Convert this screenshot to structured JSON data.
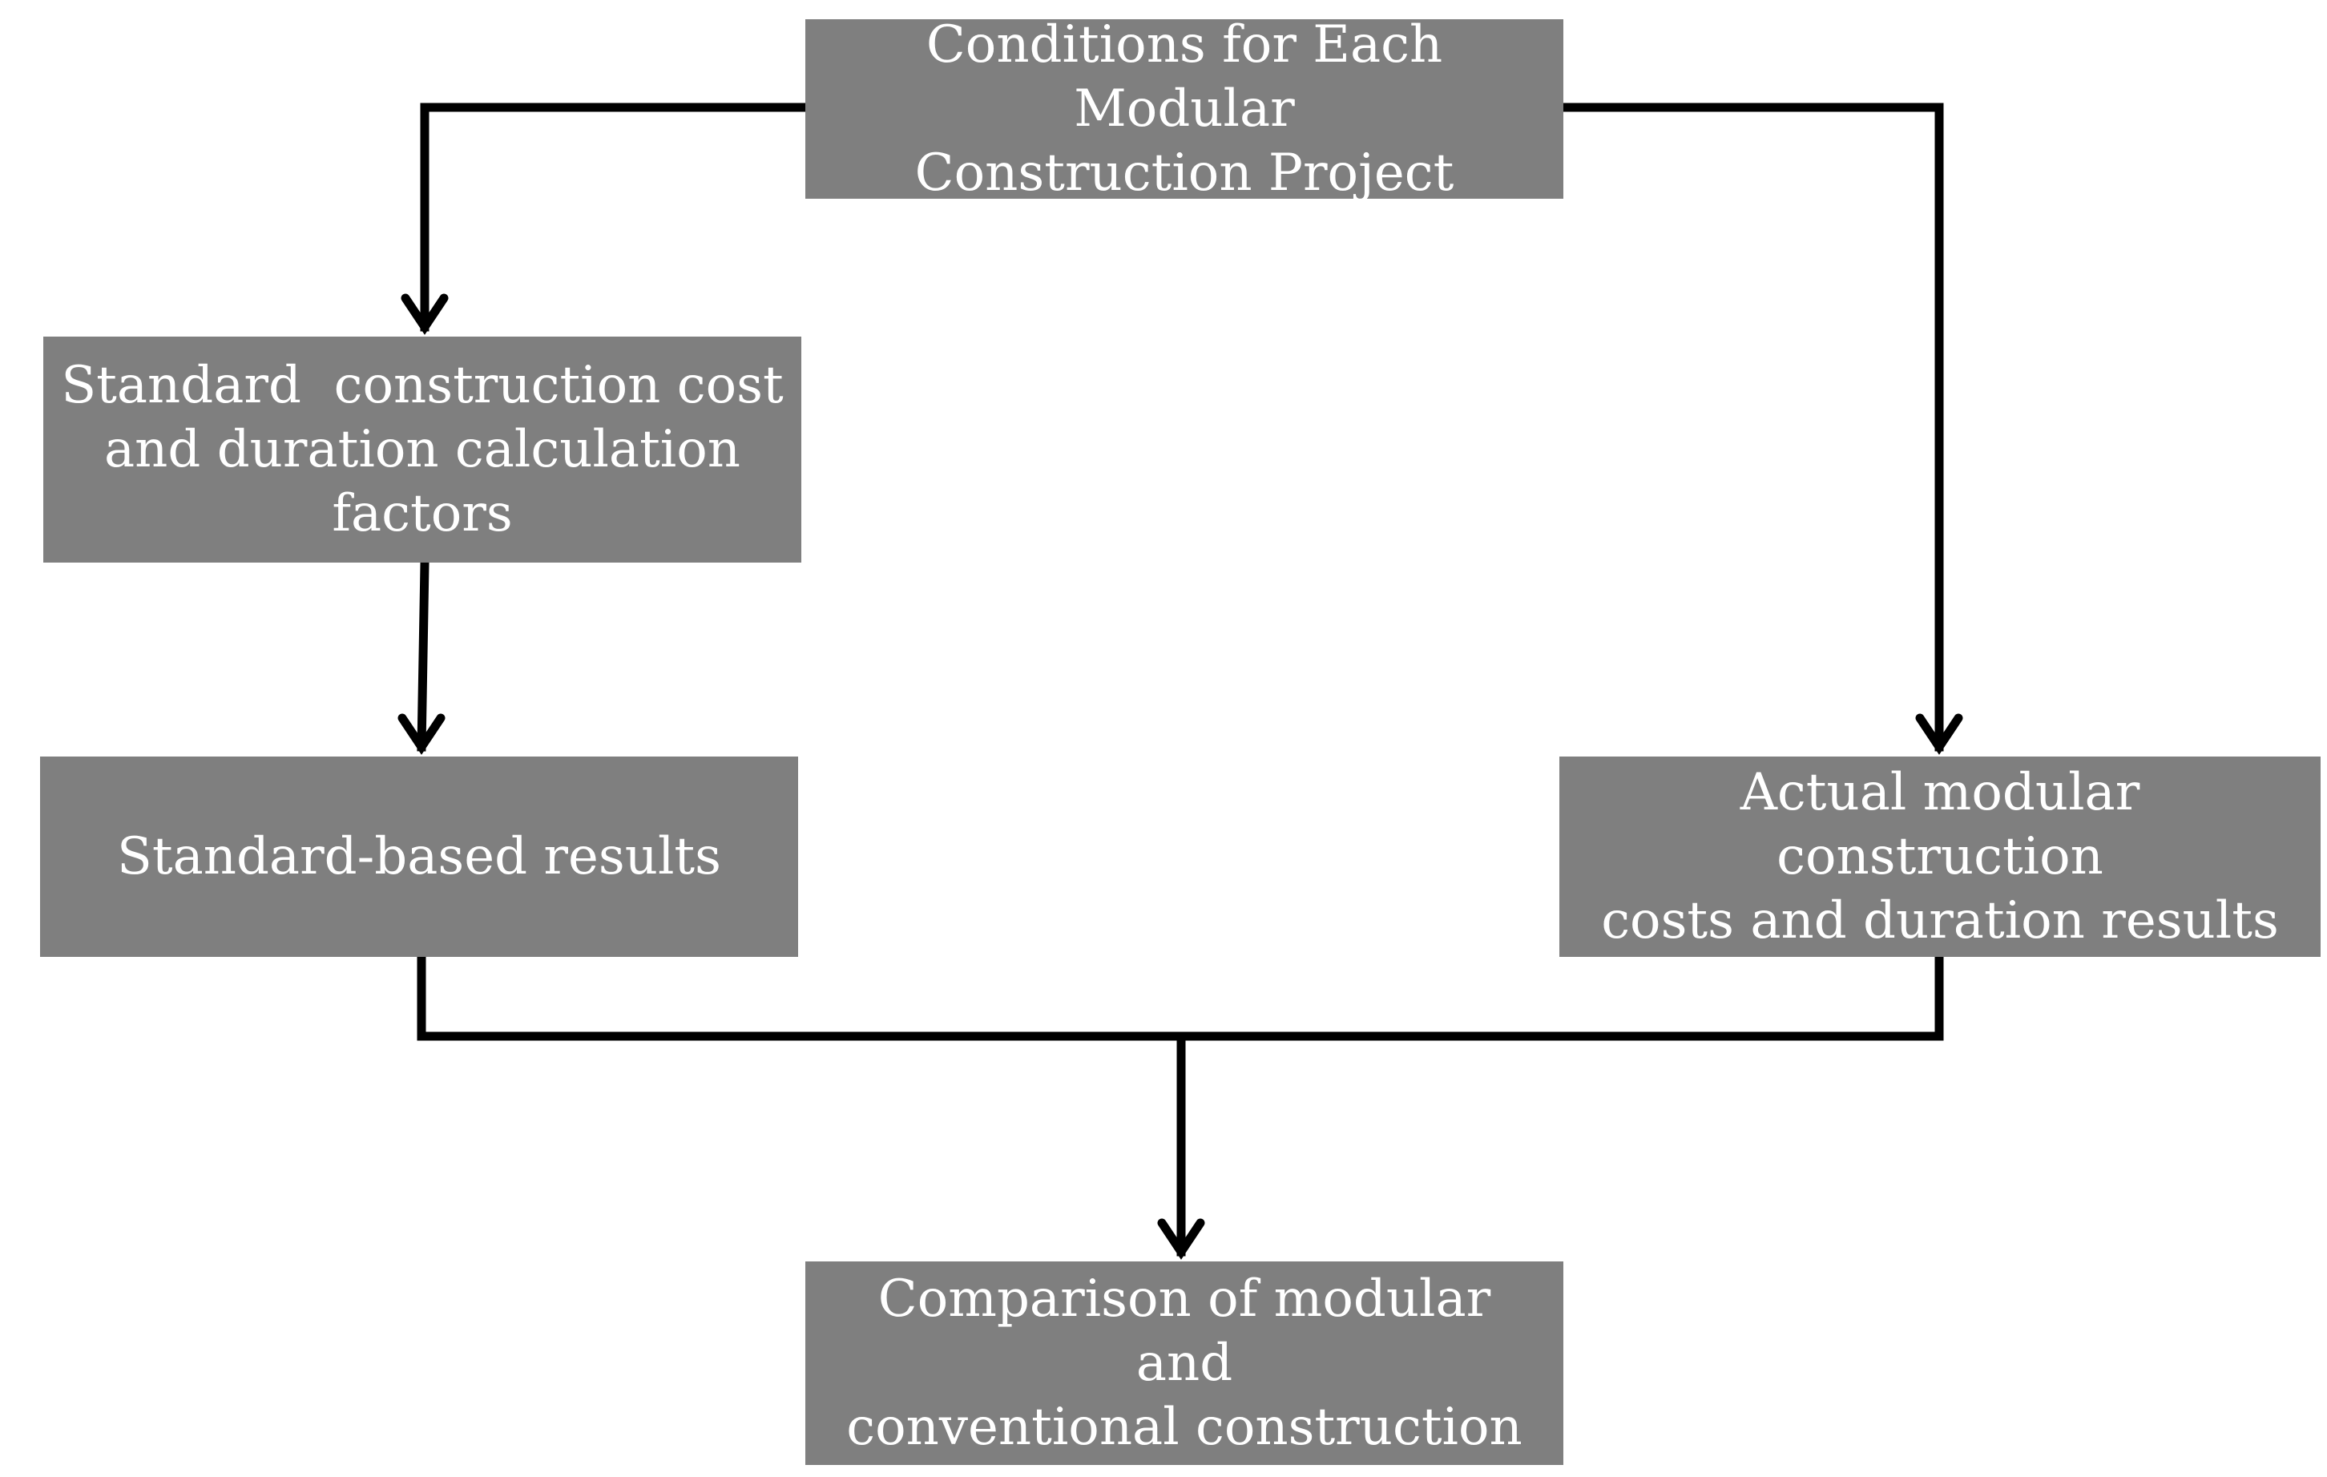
{
  "nodes": {
    "conditions": {
      "lines": [
        "Conditions for Each Modular",
        "Construction Project"
      ]
    },
    "standard_factors": {
      "lines": [
        "Standard  construction cost",
        "and duration calculation",
        "factors"
      ]
    },
    "standard_results": {
      "lines": [
        "Standard-based results"
      ]
    },
    "actual_results": {
      "lines": [
        "Actual modular construction",
        "costs and duration results"
      ]
    },
    "comparison": {
      "lines": [
        "Comparison of modular and",
        "conventional construction"
      ]
    }
  },
  "colors": {
    "box_fill": "#7f7f7f",
    "box_text": "#ffffff",
    "connector": "#000000"
  }
}
